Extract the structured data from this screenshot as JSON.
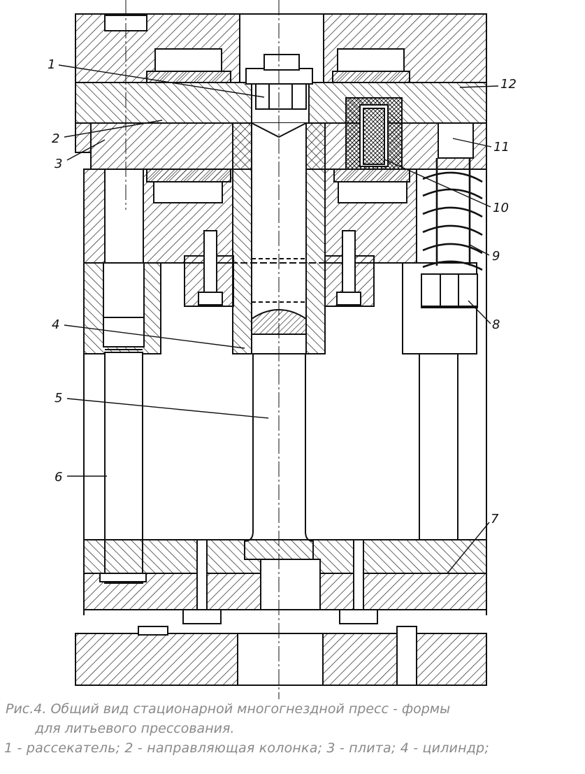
{
  "figure": {
    "callouts": [
      {
        "id": "c1",
        "text": "1"
      },
      {
        "id": "c2",
        "text": "2"
      },
      {
        "id": "c3",
        "text": "3"
      },
      {
        "id": "c4",
        "text": "4"
      },
      {
        "id": "c5",
        "text": "5"
      },
      {
        "id": "c6",
        "text": "6"
      },
      {
        "id": "c7",
        "text": "7"
      },
      {
        "id": "c8",
        "text": "8"
      },
      {
        "id": "c9",
        "text": "9"
      },
      {
        "id": "c10",
        "text": "10"
      },
      {
        "id": "c11",
        "text": "11"
      },
      {
        "id": "c12",
        "text": "12"
      }
    ]
  },
  "caption": {
    "title_line1": "Рис.4. Общий вид стационарной многогнездной пресс - формы",
    "title_line2": "для литьевого прессования.",
    "legend_line": "1 - рассекатель; 2 - направляющая колонка; 3 - плита; 4 - цилиндр;"
  },
  "colors": {
    "ink": "#111111",
    "caption_text": "#8a8a8a",
    "background": "#ffffff"
  }
}
